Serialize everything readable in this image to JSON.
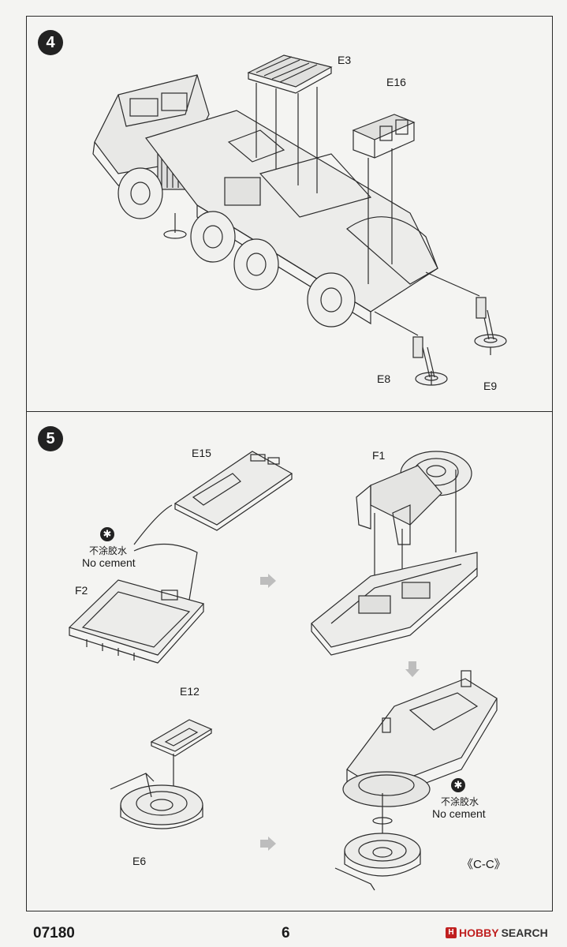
{
  "steps": {
    "step4": {
      "number": "4"
    },
    "step5": {
      "number": "5"
    }
  },
  "parts": {
    "e3": "E3",
    "e16": "E16",
    "e8": "E8",
    "e9": "E9",
    "e15": "E15",
    "f1": "F1",
    "f2": "F2",
    "e12": "E12",
    "e6": "E6"
  },
  "notes": {
    "no_cement_cn": "不涂胶水",
    "no_cement_en": "No cement",
    "note_icon": "asterisk-icon"
  },
  "section_ref": "《C-C》",
  "footer": {
    "product_code": "07180",
    "page_number": "6",
    "watermark_text": "HOBBY SEARCH",
    "watermark_brand_1": "HOBBY",
    "watermark_brand_2": "SEARCH"
  }
}
